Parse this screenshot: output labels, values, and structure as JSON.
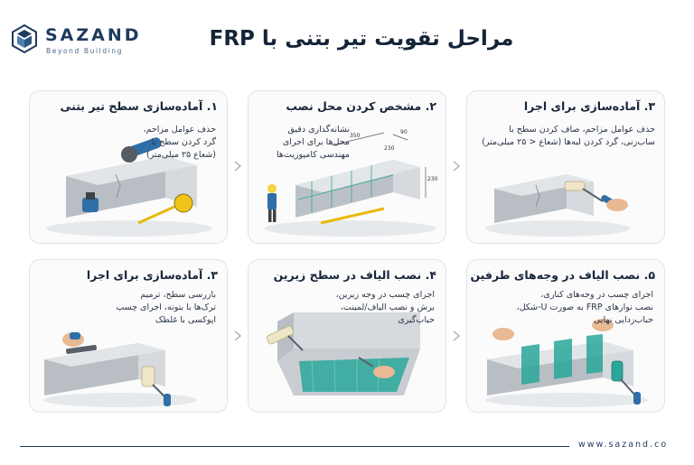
{
  "brand": {
    "name": "SAZAND",
    "tagline": "Beyond Building",
    "url": "www.sazand.co"
  },
  "title": "مراحل تقویت تیر بتنی با FRP",
  "steps": [
    {
      "title": "۱. آماده‌سازی سطح تیر بتنی",
      "lines": [
        "حذف عوامل مزاحم،",
        "گرد کردن سطح با",
        "(شعاع ۲۵ میلی‌متر)"
      ]
    },
    {
      "title": "۲. مشخص کردن محل نصب",
      "lines": [
        "نشانه‌گذاری دقیق",
        "محل‌ها برای اجرای",
        "مهندسی کامپوزیت‌ها"
      ],
      "dimensions": [
        "350",
        "90",
        "230",
        "230"
      ]
    },
    {
      "title": "۳. آماده‌سازی برای اجرا",
      "lines": [
        "حذف عوامل مزاحم، صاف کردن سطح با",
        "ساب‌زنی، گرد کردن لبه‌ها (شعاع < ۲۵ میلی‌متر)"
      ]
    },
    {
      "title": "۳. آماده‌سازی برای اجرا",
      "lines": [
        "بازرسی سطح، ترمیم",
        "ترک‌ها با بتونه، اجرای چسب",
        "اپوکسی با غلطک"
      ]
    },
    {
      "title": "۴. نصب الیاف در سطح زیرین",
      "lines": [
        "اجرای چسب در وجه زیرین،",
        "برش و نصب الیاف/لمینت،",
        "حباب‌گیری"
      ]
    },
    {
      "title": "۵. نصب الیاف در وجه‌های طرفین",
      "lines": [
        "اجرای چسب در وجه‌های کناری،",
        "نصب نوارهای FRP به صورت U-شکل،",
        "حباب‌زدایی نهایی"
      ]
    }
  ],
  "colors": {
    "brand": "#1e3a5f",
    "concrete": "#c9cdd2",
    "fiber": "#2aa79a",
    "tool": "#2f6fa8"
  }
}
